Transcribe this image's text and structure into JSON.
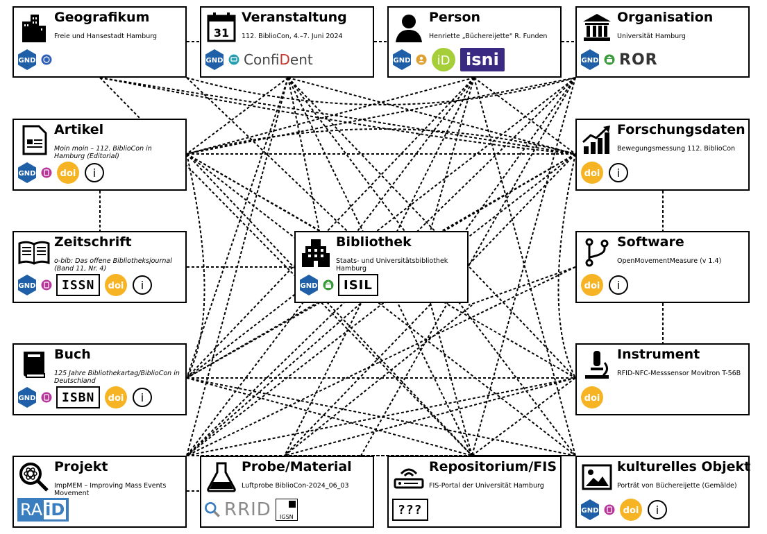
{
  "nodes": {
    "geografikum": {
      "title": "Geografikum",
      "subtitle": "Freie und Hansestadt Hamburg"
    },
    "veranstaltung": {
      "title": "Veranstaltung",
      "subtitle": "112. BiblioCon, 4.–7. Juni 2024",
      "calendar_day": "31",
      "confident_a": "Conf",
      "confident_b": "iD",
      "confident_c": "ent"
    },
    "person": {
      "title": "Person",
      "subtitle": "Henriette „Büchereijette\" R. Funden",
      "isni": "isni"
    },
    "organisation": {
      "title": "Organisation",
      "subtitle": "Universität Hamburg",
      "ror": "ROR"
    },
    "artikel": {
      "title": "Artikel",
      "subtitle": "Moin moin – 112. BiblioCon in Hamburg (Editorial)"
    },
    "forschungsdaten": {
      "title": "Forschungsdaten",
      "subtitle": "Bewegungsmessung 112. BiblioCon"
    },
    "zeitschrift": {
      "title": "Zeitschrift",
      "subtitle": "o-bib: Das offene Bibliotheksjournal (Band 11, Nr. 4)",
      "issn": "ISSN"
    },
    "bibliothek": {
      "title": "Bibliothek",
      "subtitle": "Staats- und Universitätsbibliothek Hamburg",
      "isil": "ISIL"
    },
    "software": {
      "title": "Software",
      "subtitle": "OpenMovementMeasure (v 1.4)"
    },
    "buch": {
      "title": "Buch",
      "subtitle": "125 Jahre Bibliothekartag/BiblioCon in Deutschland",
      "isbn": "ISBN"
    },
    "instrument": {
      "title": "Instrument",
      "subtitle": "RFID-NFC-Messsensor Movitron T-56B"
    },
    "projekt": {
      "title": "Projekt",
      "subtitle": "ImpMEM – Improving Mass Events Movement",
      "raid_a": "RA",
      "raid_b": "iD"
    },
    "probe": {
      "title": "Probe/Material",
      "subtitle": "Luftprobe BiblioCon-2024_06_03",
      "rrid": "RRID",
      "igsn": "IGSN"
    },
    "repositorium": {
      "title": "Repositorium/FIS",
      "subtitle": "FIS-Portal der Universität Hamburg",
      "unknown": "???"
    },
    "kulturell": {
      "title": "kulturelles Objekt",
      "subtitle": "Porträt von Büchereijette (Gemälde)"
    }
  },
  "badges": {
    "gnd": "GND",
    "doi": "doi",
    "orcid": "iD",
    "info": "i"
  },
  "colors": {
    "gnd": "#1f5fa8",
    "doi": "#f6b323",
    "orcid": "#a6ce39",
    "isni": "#3b2a82",
    "raid": "#3a7ec0"
  }
}
